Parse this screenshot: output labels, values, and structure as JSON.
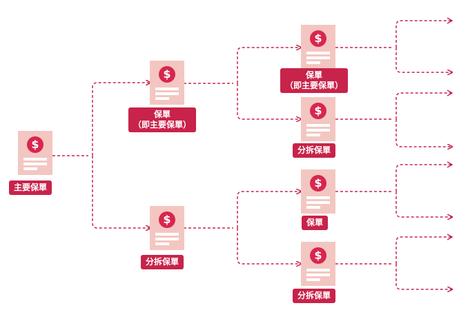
{
  "icons": {
    "dollar": "$"
  },
  "colors": {
    "accent": "#c8234a",
    "card": "#f3c6c1",
    "edge": "#c8234a"
  },
  "nodes": {
    "root": {
      "label": "主要保單"
    },
    "mid_top": {
      "line1": "保單",
      "line2": "（即主要保單）"
    },
    "mid_bottom": {
      "label": "分拆保單"
    },
    "leaf1": {
      "line1": "保單",
      "line2": "（即主要保單）"
    },
    "leaf2": {
      "label": "分拆保單"
    },
    "leaf3": {
      "label": "保單"
    },
    "leaf4": {
      "label": "分拆保單"
    }
  }
}
